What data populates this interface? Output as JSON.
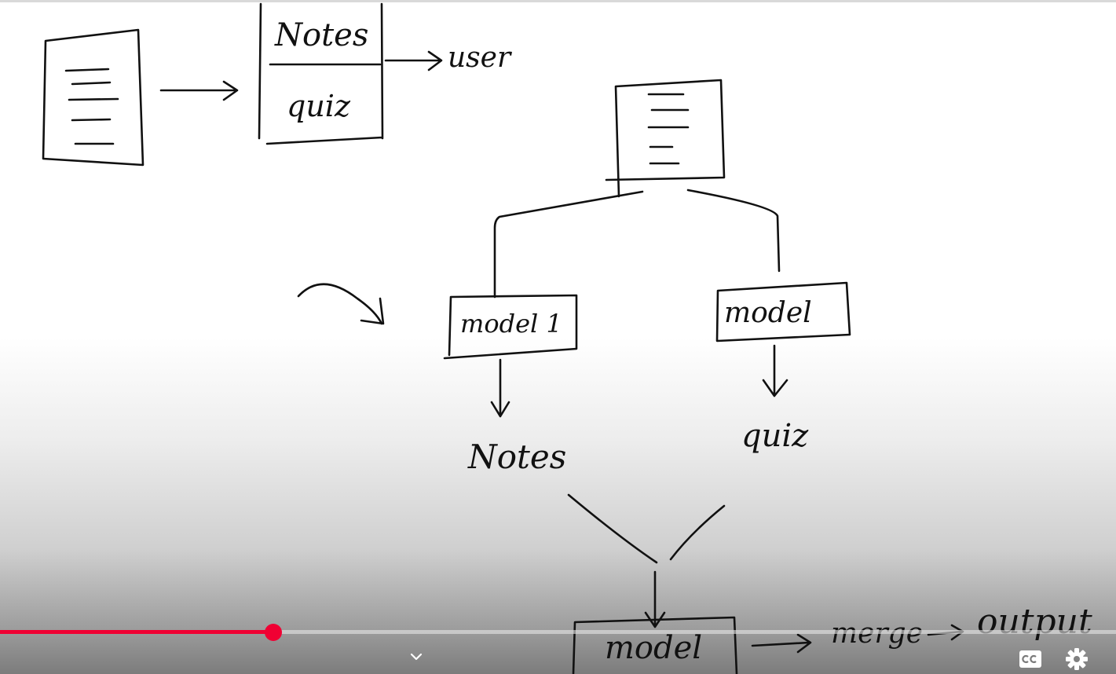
{
  "player": {
    "progress_fraction": 0.245,
    "colors": {
      "played": "#f00033",
      "track": "#e6e6e6",
      "scrubber": "#f00033"
    }
  },
  "whiteboard": {
    "labels": {
      "notes_box_top": "Notes",
      "quiz_box_bottom": "quiz",
      "user": "user",
      "model1": "model 1",
      "model2": "model",
      "notes_out": "Notes",
      "quiz_out": "quiz",
      "model_bottom": "model",
      "merge": "merge",
      "output": "output"
    }
  },
  "controls": {
    "icons": [
      "chevron-down-icon",
      "captions-icon",
      "settings-icon"
    ]
  }
}
